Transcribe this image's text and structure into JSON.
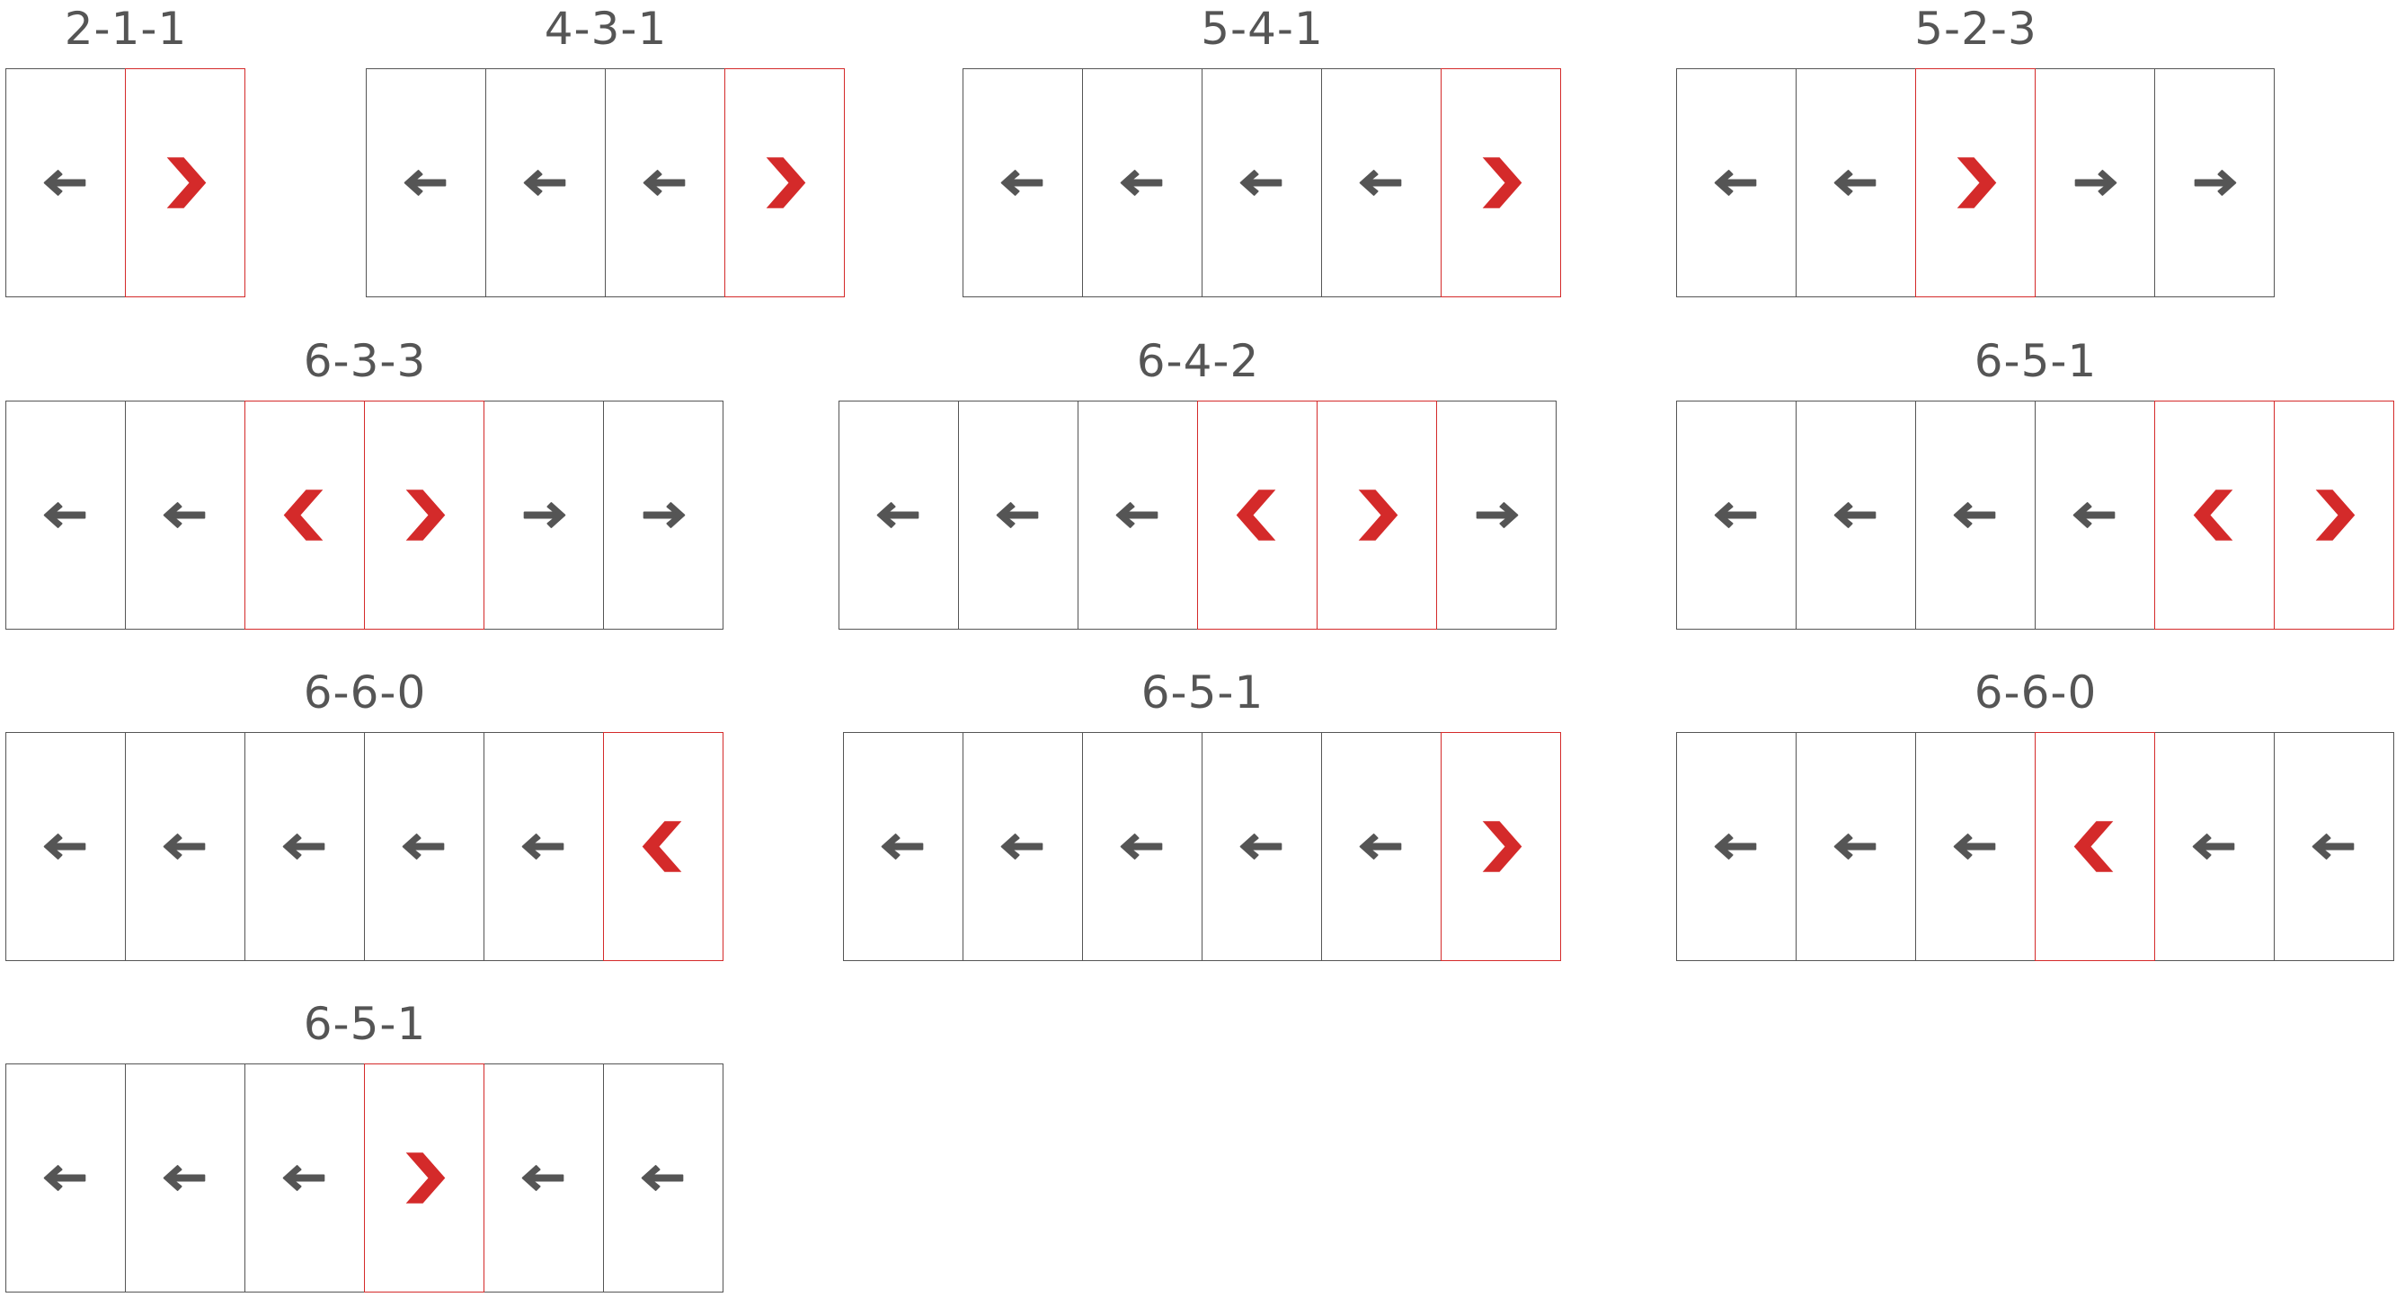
{
  "colors": {
    "frame": "#555555",
    "arrow": "#555555",
    "hinged": "#d42a2a"
  },
  "legend_icons": {
    "slide": "arrow-icon",
    "hinged": "chevron-icon"
  },
  "configurations": [
    {
      "label": "2-1-1",
      "panels": [
        {
          "kind": "slide",
          "direction": "left"
        },
        {
          "kind": "hinged",
          "direction": "right"
        }
      ]
    },
    {
      "label": "4-3-1",
      "panels": [
        {
          "kind": "slide",
          "direction": "left"
        },
        {
          "kind": "slide",
          "direction": "left"
        },
        {
          "kind": "slide",
          "direction": "left"
        },
        {
          "kind": "hinged",
          "direction": "right"
        }
      ]
    },
    {
      "label": "5-4-1",
      "panels": [
        {
          "kind": "slide",
          "direction": "left"
        },
        {
          "kind": "slide",
          "direction": "left"
        },
        {
          "kind": "slide",
          "direction": "left"
        },
        {
          "kind": "slide",
          "direction": "left"
        },
        {
          "kind": "hinged",
          "direction": "right"
        }
      ]
    },
    {
      "label": "5-2-3",
      "panels": [
        {
          "kind": "slide",
          "direction": "left"
        },
        {
          "kind": "slide",
          "direction": "left"
        },
        {
          "kind": "hinged",
          "direction": "right"
        },
        {
          "kind": "slide",
          "direction": "right"
        },
        {
          "kind": "slide",
          "direction": "right"
        }
      ]
    },
    {
      "label": "6-3-3",
      "panels": [
        {
          "kind": "slide",
          "direction": "left"
        },
        {
          "kind": "slide",
          "direction": "left"
        },
        {
          "kind": "hinged",
          "direction": "left"
        },
        {
          "kind": "hinged",
          "direction": "right"
        },
        {
          "kind": "slide",
          "direction": "right"
        },
        {
          "kind": "slide",
          "direction": "right"
        }
      ]
    },
    {
      "label": "6-4-2",
      "panels": [
        {
          "kind": "slide",
          "direction": "left"
        },
        {
          "kind": "slide",
          "direction": "left"
        },
        {
          "kind": "slide",
          "direction": "left"
        },
        {
          "kind": "hinged",
          "direction": "left"
        },
        {
          "kind": "hinged",
          "direction": "right"
        },
        {
          "kind": "slide",
          "direction": "right"
        }
      ]
    },
    {
      "label": "6-5-1",
      "panels": [
        {
          "kind": "slide",
          "direction": "left"
        },
        {
          "kind": "slide",
          "direction": "left"
        },
        {
          "kind": "slide",
          "direction": "left"
        },
        {
          "kind": "slide",
          "direction": "left"
        },
        {
          "kind": "hinged",
          "direction": "left"
        },
        {
          "kind": "hinged",
          "direction": "right"
        }
      ]
    },
    {
      "label": "6-6-0",
      "panels": [
        {
          "kind": "slide",
          "direction": "left"
        },
        {
          "kind": "slide",
          "direction": "left"
        },
        {
          "kind": "slide",
          "direction": "left"
        },
        {
          "kind": "slide",
          "direction": "left"
        },
        {
          "kind": "slide",
          "direction": "left"
        },
        {
          "kind": "hinged",
          "direction": "left"
        }
      ]
    },
    {
      "label": "6-5-1",
      "panels": [
        {
          "kind": "slide",
          "direction": "left"
        },
        {
          "kind": "slide",
          "direction": "left"
        },
        {
          "kind": "slide",
          "direction": "left"
        },
        {
          "kind": "slide",
          "direction": "left"
        },
        {
          "kind": "slide",
          "direction": "left"
        },
        {
          "kind": "hinged",
          "direction": "right"
        }
      ]
    },
    {
      "label": "6-6-0",
      "panels": [
        {
          "kind": "slide",
          "direction": "left"
        },
        {
          "kind": "slide",
          "direction": "left"
        },
        {
          "kind": "slide",
          "direction": "left"
        },
        {
          "kind": "hinged",
          "direction": "left"
        },
        {
          "kind": "slide",
          "direction": "left"
        },
        {
          "kind": "slide",
          "direction": "left"
        }
      ]
    },
    {
      "label": "6-5-1",
      "panels": [
        {
          "kind": "slide",
          "direction": "left"
        },
        {
          "kind": "slide",
          "direction": "left"
        },
        {
          "kind": "slide",
          "direction": "left"
        },
        {
          "kind": "hinged",
          "direction": "right"
        },
        {
          "kind": "slide",
          "direction": "left"
        },
        {
          "kind": "slide",
          "direction": "left"
        }
      ]
    }
  ]
}
